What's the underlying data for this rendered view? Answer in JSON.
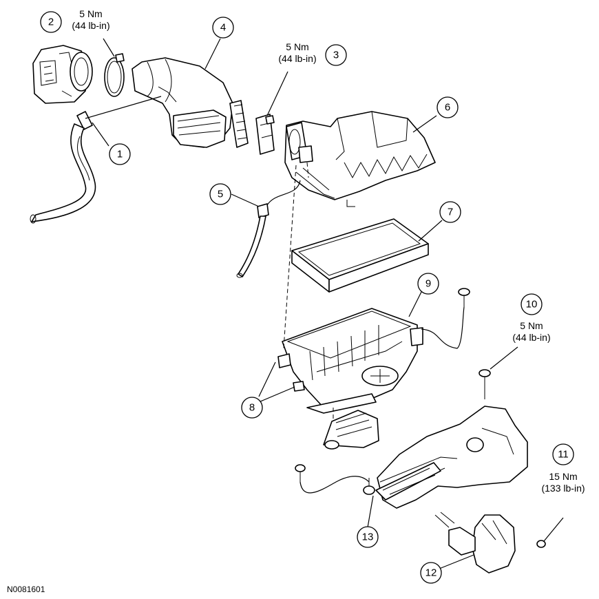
{
  "figure_id": "N0081601",
  "callouts": [
    {
      "num": "1"
    },
    {
      "num": "2",
      "torque_nm": "5 Nm",
      "torque_lbin": "(44 lb-in)"
    },
    {
      "num": "3",
      "torque_nm": "5 Nm",
      "torque_lbin": "(44 lb-in)"
    },
    {
      "num": "4"
    },
    {
      "num": "5"
    },
    {
      "num": "6"
    },
    {
      "num": "7"
    },
    {
      "num": "8"
    },
    {
      "num": "9"
    },
    {
      "num": "10",
      "torque_nm": "5 Nm",
      "torque_lbin": "(44 lb-in)"
    },
    {
      "num": "11",
      "torque_nm": "15 Nm",
      "torque_lbin": "(133 lb-in)"
    },
    {
      "num": "12"
    },
    {
      "num": "13"
    }
  ],
  "colors": {
    "line": "#000000",
    "background": "#ffffff",
    "shading": "#e9e9e9"
  }
}
